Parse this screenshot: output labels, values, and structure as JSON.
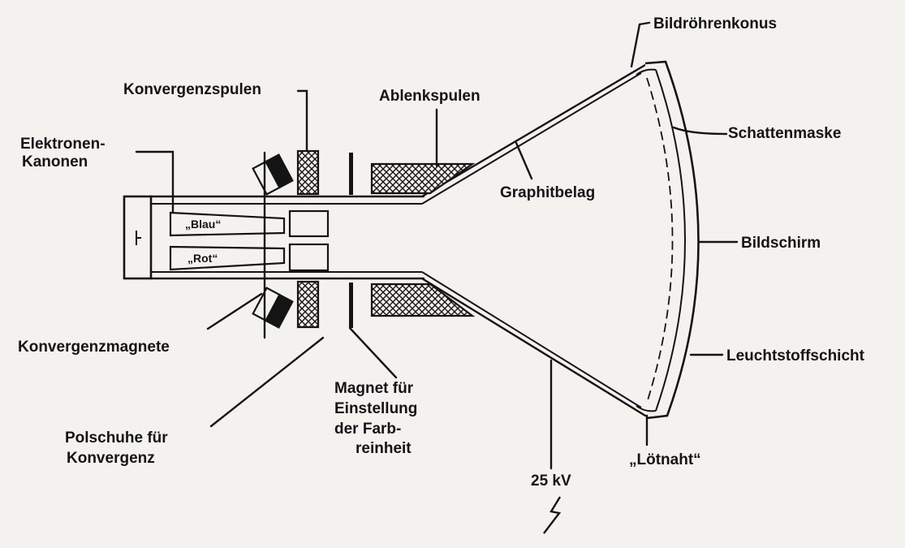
{
  "labels": {
    "bildroehrenkonus": "Bildröhrenkonus",
    "konvergenzspulen": "Konvergenzspulen",
    "ablenkspulen": "Ablenkspulen",
    "elektronen_kanonen_1": "Elektronen-",
    "elektronen_kanonen_2": "Kanonen",
    "schattenmaske": "Schattenmaske",
    "graphitbelag": "Graphitbelag",
    "bildschirm": "Bildschirm",
    "gun_blau": "„Blau“",
    "gun_rot": "„Rot“",
    "konvergenzmagnete": "Konvergenzmagnete",
    "leuchtstoffschicht": "Leuchtstoffschicht",
    "magnet_1": "Magnet für",
    "magnet_2": "Einstellung",
    "magnet_3": "der Farb-",
    "magnet_4": "reinheit",
    "polschuhe_1": "Polschuhe für",
    "polschuhe_2": "Konvergenz",
    "spannung": "25 kV",
    "loetnaht": "„Lötnaht“"
  }
}
